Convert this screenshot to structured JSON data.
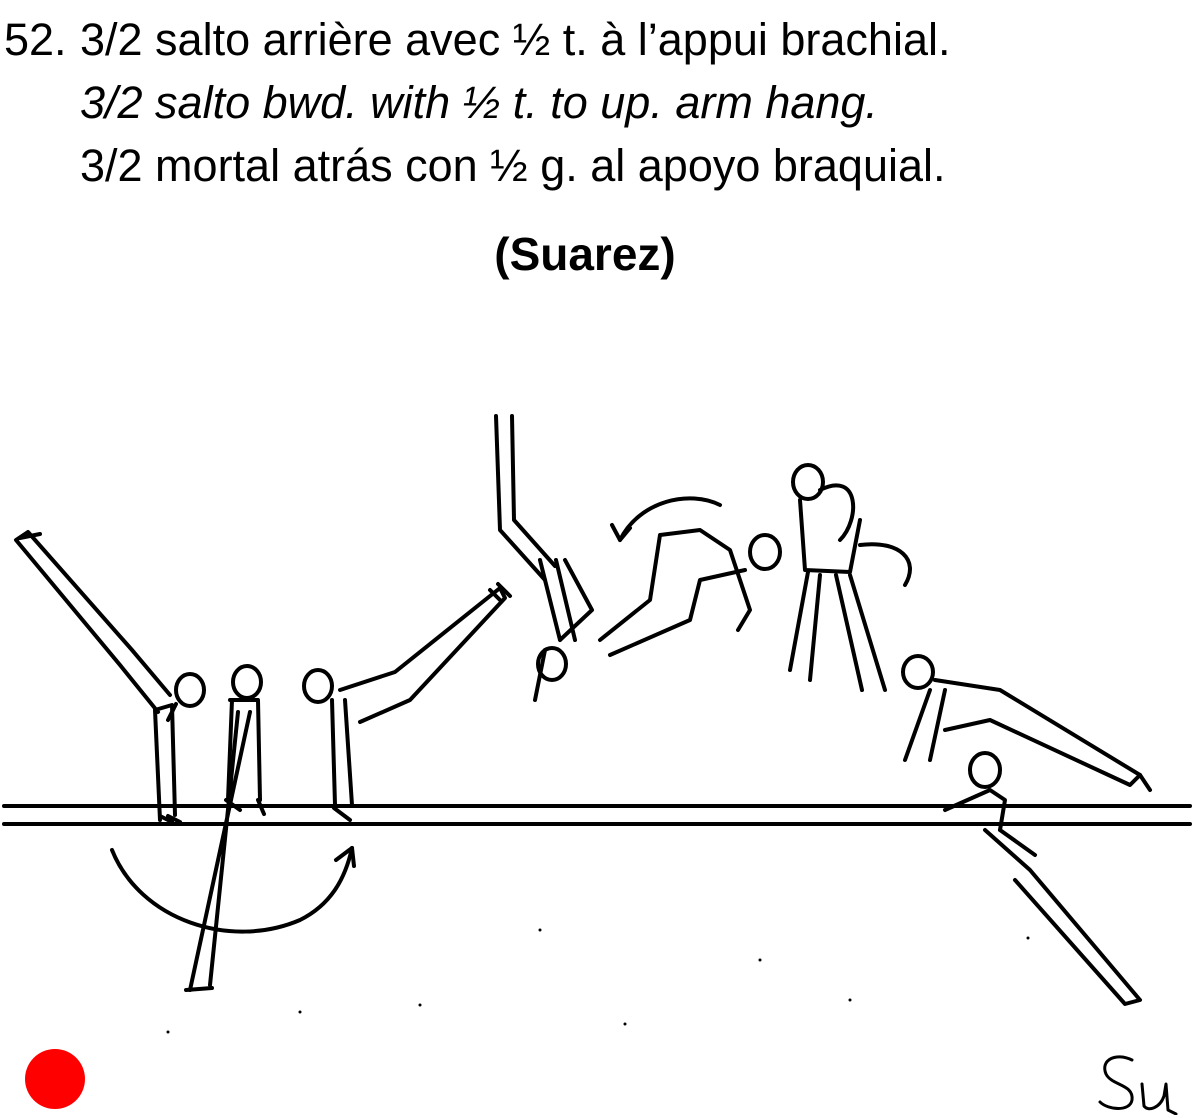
{
  "element": {
    "number": "52.",
    "french": "3/2 salto arrière avec ½ t. à l’appui brachial.",
    "english": "3/2 salto bwd. with ½ t. to up. arm hang.",
    "spanish": "3/2 mortal atrás con ½ g. al apoyo braquial.",
    "name": "(Suarez)"
  },
  "figure": {
    "signature": "Su"
  },
  "colors": {
    "text": "#000000",
    "marker": "#ff0000",
    "background": "#ffffff"
  }
}
